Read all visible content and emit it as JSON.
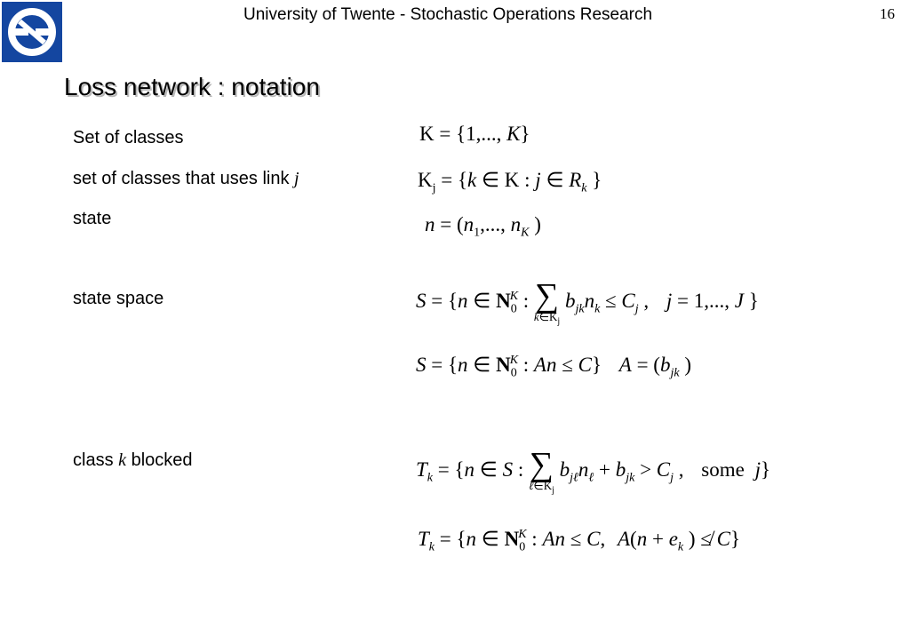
{
  "header": {
    "title": "University of Twente - Stochastic Operations Research",
    "page_number": "16",
    "logo_icon": "university-of-twente-logo",
    "brand_color": "#1446a0"
  },
  "slide": {
    "title": "Loss network : notation"
  },
  "labels": {
    "set_of_classes": "Set of classes",
    "classes_using_link_prefix": "set of classes that uses link ",
    "classes_using_link_var": "j",
    "state": "state",
    "state_space": "state space",
    "class_blocked_prefix": "class ",
    "class_blocked_var": "k",
    "class_blocked_suffix": " blocked"
  }
}
